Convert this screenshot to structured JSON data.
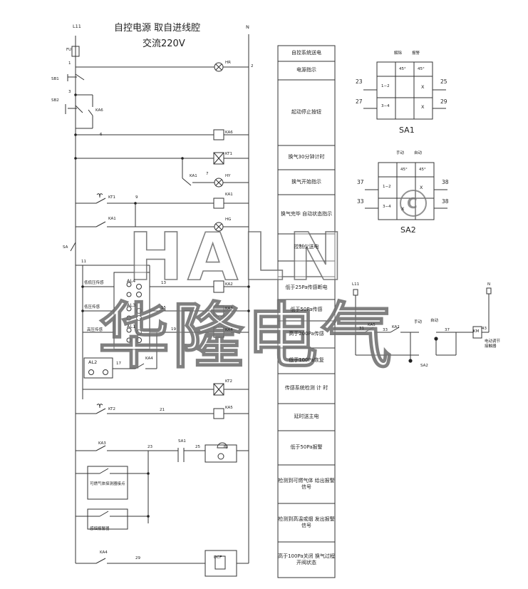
{
  "diagram": {
    "title_line1": "自控电源 取自进线腔",
    "title_line2": "交流220V",
    "bus": {
      "live": "L11",
      "neutral": "N",
      "node_1": "1",
      "node_2": "2",
      "node_3": "3",
      "node_6": "6",
      "node_7": "7",
      "node_9": "9",
      "node_11": "11",
      "node_13": "13",
      "node_15": "15",
      "node_17": "17",
      "node_19": "19",
      "node_21": "21",
      "node_23": "23",
      "node_25": "25",
      "node_29": "29"
    },
    "devices": {
      "fu": "FU",
      "sb1": "SB1",
      "sb2": "SB2",
      "ka6": "KA6",
      "kt1": "KT1",
      "ka1": "KA1",
      "hr": "HR",
      "hy": "HY",
      "hg": "HG",
      "sa": "SA",
      "ka2": "KA2",
      "ka3": "KA3",
      "ka4": "KA4",
      "ka5": "KA5",
      "kt2": "KT2",
      "al1": "AL1",
      "al2": "AL2",
      "al3": "AL3",
      "al4": "AL4",
      "sa1": "SA1",
      "bj": "BJ",
      "dcf": "DCF"
    },
    "left_labels": {
      "lowlow": "低低压传感",
      "low": "低压传感",
      "high": "高压传感",
      "gas_detector": "可燃气体探测器接点",
      "smoke_alarm": "感烟报警器"
    },
    "function_table": [
      "自控系统送电",
      "电源指示",
      "起动停止按钮",
      "换气30分钟计时",
      "换气开始指示",
      "换气完毕 自动状态指示",
      "控制仪送电",
      "低于25Pa传感断电",
      "低于50Pa传感",
      "高于200Pa传感",
      "低于100Pa恢复",
      "传感系统检测 计 时",
      "延时送主电",
      "低于50Pa报警",
      "检测到可燃气体 给出报警信号",
      "检测到高温或烟 发出报警信号",
      "高于100Pa关闭 换气过程开阀状态"
    ],
    "sa1_table": {
      "head_a": "解除",
      "head_b": "报警",
      "col_a": "45°",
      "col_b": "45°",
      "row1": "1−2",
      "row2": "3−4",
      "mark": "X",
      "left_top": "23",
      "left_bottom": "27",
      "right_top": "25",
      "right_bottom": "29",
      "name": "SA1"
    },
    "sa2_table": {
      "head_a": "手动",
      "head_b": "自动",
      "col_a": "45°",
      "col_b": "45°",
      "row1": "1−2",
      "row2": "3−4",
      "mark": "X",
      "left_top": "37",
      "left_bottom": "33",
      "right_top": "38",
      "right_bottom": "38",
      "name": "SA2"
    },
    "motor_circuit": {
      "live": "L11",
      "neutral": "N",
      "node_31": "31",
      "node_33": "33",
      "node_37": "37",
      "node_43": "43",
      "ka5": "KA5",
      "ka2": "KA2",
      "sa2": "SA2",
      "manual": "手动",
      "auto": "自动",
      "km": "KM",
      "contactor_label": "电动调节\n接触器"
    },
    "watermark": {
      "latin": "HALN",
      "chinese": "华隆电气"
    }
  }
}
